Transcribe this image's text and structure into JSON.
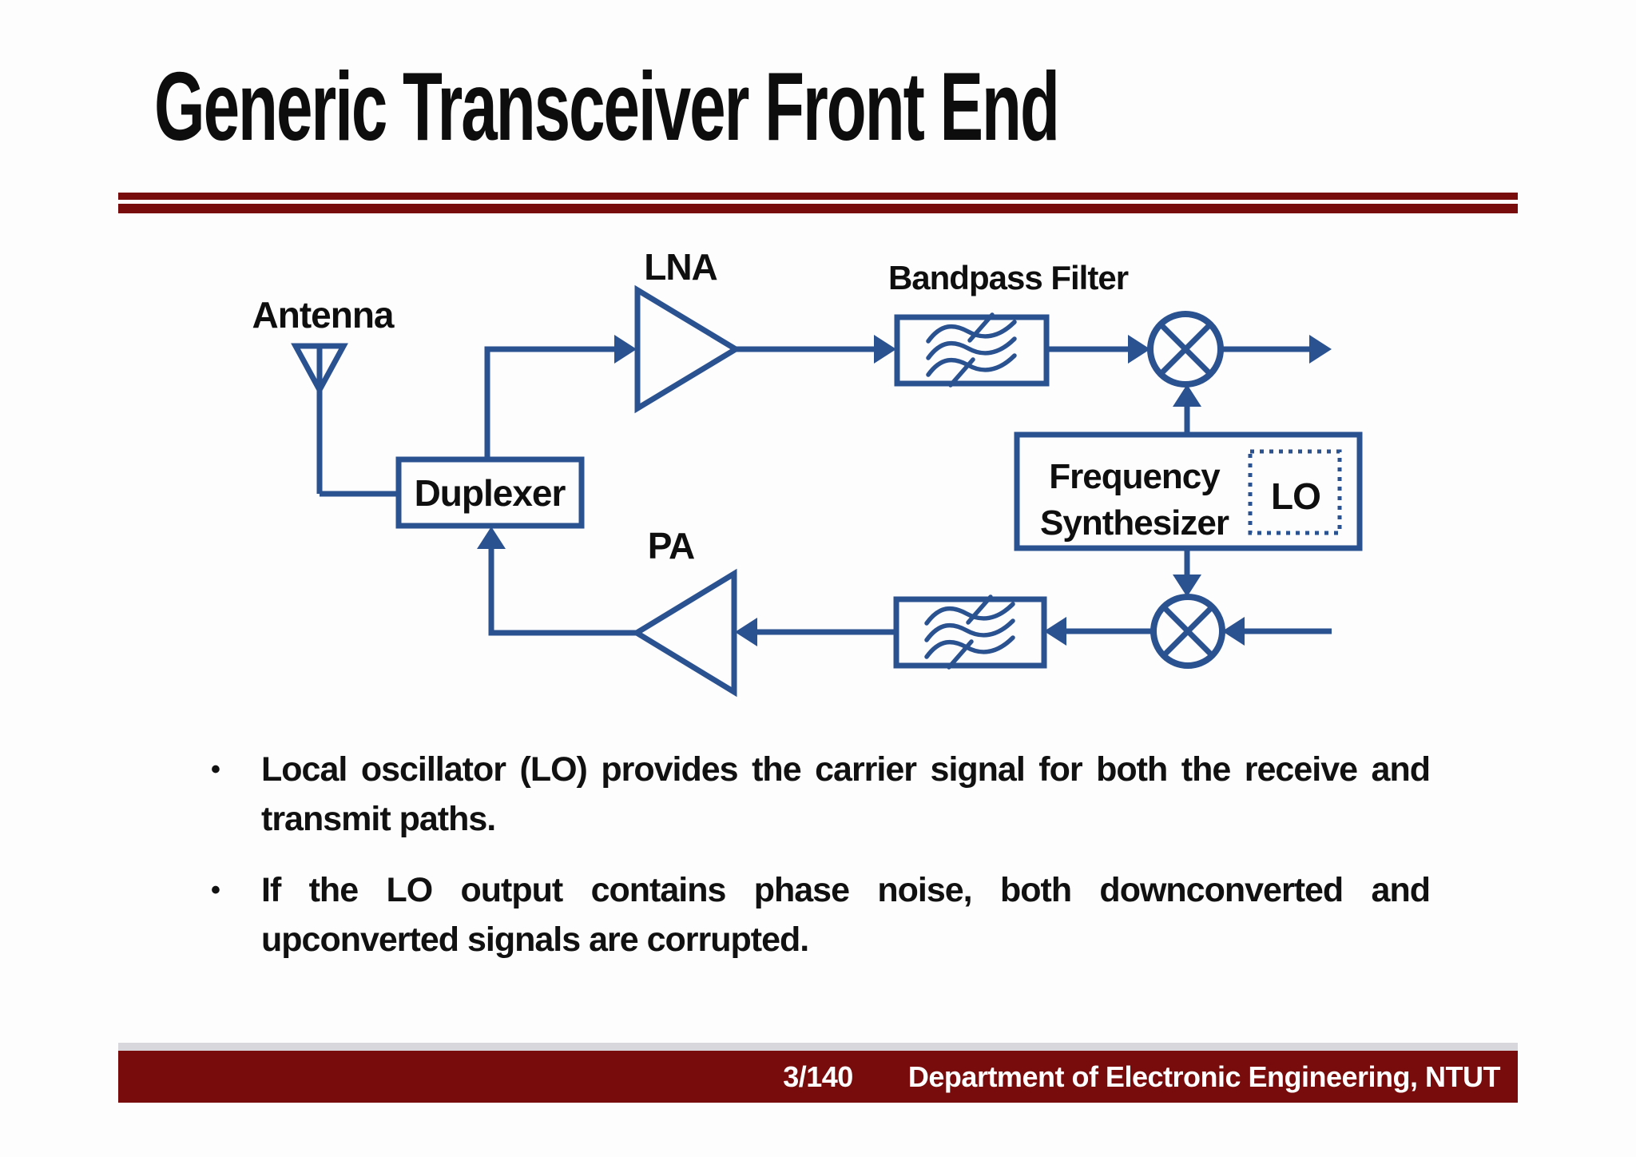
{
  "slide": {
    "title": "Generic Transceiver Front End",
    "accent_color": "#780b0b",
    "diagram_color": "#2a5190",
    "bullet_char": "•"
  },
  "diagram": {
    "labels": {
      "antenna": "Antenna",
      "lna": "LNA",
      "bandpass_filter": "Bandpass Filter",
      "duplexer": "Duplexer",
      "pa": "PA",
      "freq_synth_line1": "Frequency",
      "freq_synth_line2": "Synthesizer",
      "lo": "LO"
    }
  },
  "bullets": [
    "Local oscillator (LO) provides the carrier signal for both the receive and transmit paths.",
    "If the LO output contains phase noise, both downconverted and upconverted signals are corrupted."
  ],
  "footer": {
    "page": "3/140",
    "department": "Department of Electronic Engineering, NTUT"
  }
}
